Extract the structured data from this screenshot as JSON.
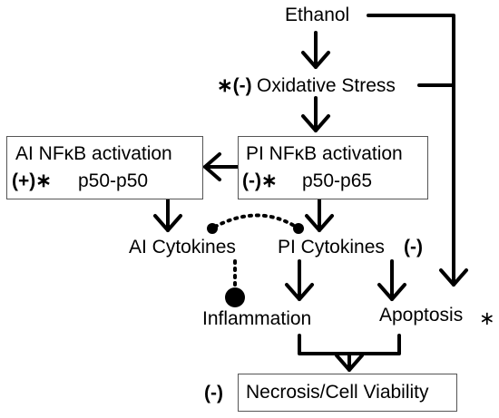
{
  "diagram": {
    "nodes": {
      "ethanol": "Ethanol",
      "oxidative_prefix": "∗(-)",
      "oxidative_stress": "Oxidative Stress",
      "ai_nfkb_title": "AI NFκB activation",
      "ai_nfkb_sign": "(+)∗",
      "ai_nfkb_dimer": "p50-p50",
      "pi_nfkb_title": "PI NFκB activation",
      "pi_nfkb_sign": "(-)∗",
      "pi_nfkb_dimer": "p50-p65",
      "ai_cytokines": "AI Cytokines",
      "pi_cytokines": "PI Cytokines",
      "pi_cytokines_sign": "(-)",
      "inflammation": "Inflammation",
      "apoptosis": "Apoptosis",
      "apoptosis_mark": "∗",
      "necrosis_sign": "(-)",
      "necrosis": "Necrosis/Cell Viability"
    },
    "colors": {
      "line": "#000000",
      "box_border": "#555555"
    }
  }
}
